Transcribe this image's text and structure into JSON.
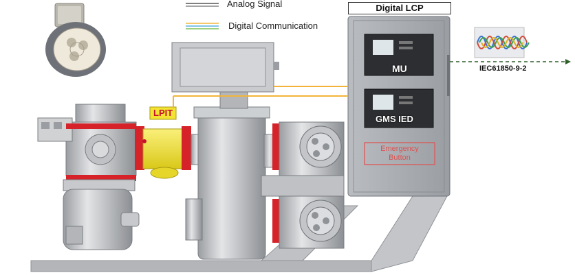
{
  "legend": {
    "analog_label": "Analog Signal",
    "digital_label": "Digital Communication"
  },
  "lcp": {
    "title": "Digital LCP",
    "mu_label": "MU",
    "ied_label": "GMS IED",
    "emergency_label_line1": "Emergency",
    "emergency_label_line2": "Button"
  },
  "lpit_label": "LPIT",
  "protocol_label": "IEC61850-9-2",
  "colors": {
    "gis_body": "#c9cbce",
    "flange_red": "#d6232a",
    "lpit_yellow": "#f2e431",
    "lcp_panel": "#a9adb1",
    "digital_line": "#f2b53a",
    "arrow_dash": "#2f5e2a"
  }
}
